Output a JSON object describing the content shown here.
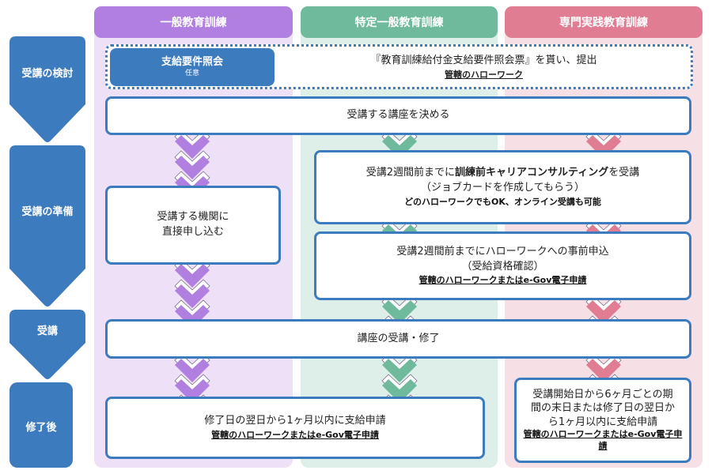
{
  "colors": {
    "stage_blue": "#3d7bbf",
    "general": "#b07fe0",
    "general_bg": "#ede0f7",
    "specific": "#6fb99c",
    "specific_bg": "#ddefe8",
    "professional": "#e07d93",
    "professional_bg": "#f7e0e5"
  },
  "columns": [
    {
      "label": "一般教育訓練"
    },
    {
      "label": "特定一般教育訓練"
    },
    {
      "label": "専門実践教育訓練"
    }
  ],
  "stages": [
    {
      "label": "受講の検討"
    },
    {
      "label": "受講の準備"
    },
    {
      "label": "受講"
    },
    {
      "label": "修了後"
    }
  ],
  "consider": {
    "inquiry": {
      "title": "支給要件照会",
      "note": "任意"
    },
    "form_text": "『教育訓練給付金支給要件照会票』を貰い、提出",
    "form_where": "管轄のハローワーク",
    "decide": "受講する講座を決める"
  },
  "prepare": {
    "general": {
      "line1": "受講する機関に",
      "line2": "直接申し込む"
    },
    "career": {
      "prefix": "受講2週間前までに",
      "bold": "訓練前キャリアコンサルティング",
      "suffix": "を受講",
      "line2": "（ジョブカードを作成してもらう）",
      "note": "どのハローワークでもOK、オンライン受講も可能"
    },
    "apply": {
      "line1": "受講2週間前までにハローワークへの事前申込",
      "line2": "（受給資格確認）",
      "note": "管轄のハローワークまたはe-Gov電子申請"
    }
  },
  "attend": {
    "text": "講座の受講・修了"
  },
  "after": {
    "general": {
      "line1": "修了日の翌日から1ヶ月以内に支給申請",
      "note": "管轄のハローワークまたはe-Gov電子申請"
    },
    "professional": {
      "line1": "受講開始日から6ヶ月ごとの期",
      "line2": "間の末日または修了日の翌日か",
      "line3": "ら1ヶ月以内に支給申請",
      "note": "管轄のハローワークまたはe-Gov電子申請"
    }
  }
}
